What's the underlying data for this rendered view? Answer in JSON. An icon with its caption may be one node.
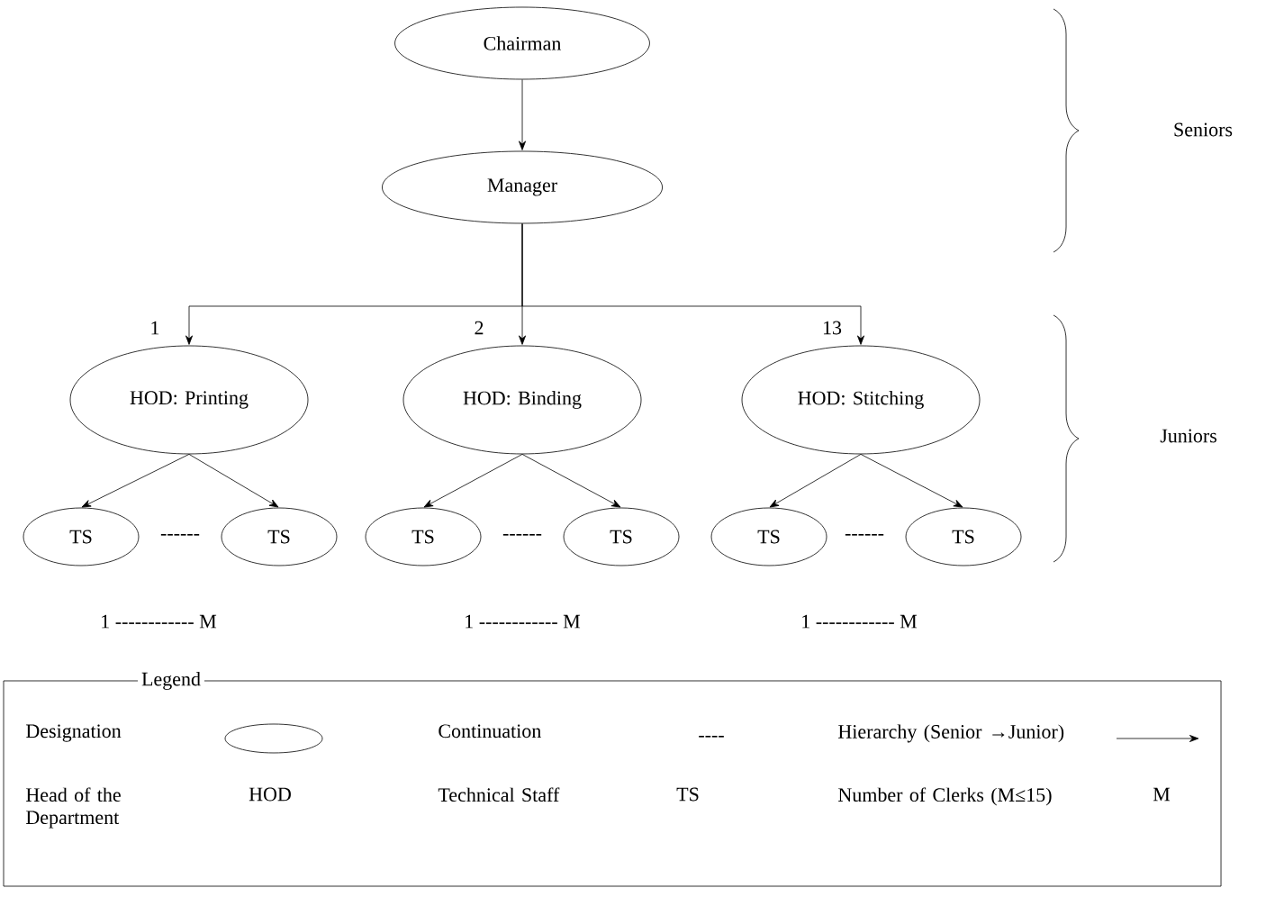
{
  "diagram": {
    "nodes": [
      {
        "text": [
          "Chairman"
        ]
      },
      {
        "text": [
          "Manager"
        ]
      },
      {
        "text": [
          "HOD: Printing"
        ],
        "beside": [
          "1"
        ]
      },
      {
        "text": [
          "HOD: Binding"
        ],
        "beside": [
          "2"
        ]
      },
      {
        "text": [
          "HOD: Stitching"
        ],
        "beside": [
          "13"
        ]
      },
      {
        "text": [
          "TS"
        ]
      },
      {
        "text": [
          "TS"
        ]
      },
      {
        "text": [
          "TS"
        ]
      },
      {
        "text": [
          "TS"
        ]
      },
      {
        "text": [
          "TS"
        ]
      },
      {
        "text": [
          "TS"
        ]
      }
    ],
    "edges": [
      {
        "from": 0,
        "to": 1,
        "arrow": "to"
      },
      {
        "from": 1,
        "to": 2,
        "arrow": "to"
      },
      {
        "from": 1,
        "to": 3,
        "arrow": "to"
      },
      {
        "from": 1,
        "to": 4,
        "arrow": "to"
      },
      {
        "from": 2,
        "to": 5,
        "arrow": "to"
      },
      {
        "from": 2,
        "to": 6,
        "arrow": "to"
      },
      {
        "from": 3,
        "to": 7,
        "arrow": "to"
      },
      {
        "from": 3,
        "to": 8,
        "arrow": "to"
      },
      {
        "from": 4,
        "to": 9,
        "arrow": "to"
      },
      {
        "from": 4,
        "to": 10,
        "arrow": "to"
      }
    ],
    "labels": [
      "Seniors",
      "Juniors",
      "------",
      "------",
      "------",
      "1 ------------ M",
      "1 ------------ M",
      "1 ------------ M",
      "Legend",
      "----",
      "HOD",
      "TS",
      "M"
    ],
    "legend": [
      {
        "text": "Designation"
      },
      {
        "text": "Continuation"
      },
      {
        "text": "Hierarchy (Senior →Junior)"
      },
      {
        "text": "Head of the Department"
      },
      {
        "text": "Technical Staff"
      },
      {
        "text": "Number of Clerks (M≤15)"
      }
    ]
  }
}
